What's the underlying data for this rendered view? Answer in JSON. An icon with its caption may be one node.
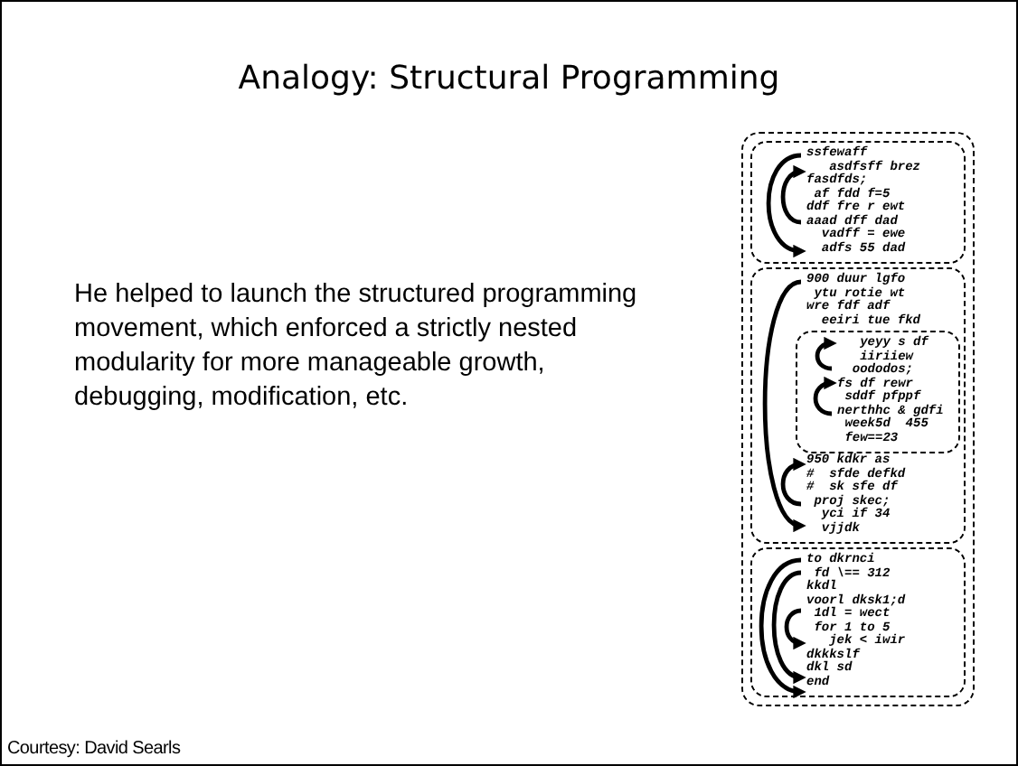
{
  "diagram": {
    "title": "Analogy: Structural Programming",
    "nodes": [
      {
        "text": [],
        "shape": "box"
      },
      {
        "text": [
          "ssfewaff",
          "asdfsff brez",
          "fasdfds;",
          "af fdd f=5",
          "ddf fre r ewt",
          "aaad dff dad",
          "vadff = ewe",
          "adfs 55 dad"
        ],
        "in": 0
      },
      {
        "text": [
          "900 duur lgfo",
          "ytu rotie wt",
          "wre fdf adf",
          "eeiri tue fkd",
          "950 kdkr as",
          "#  sfde defkd",
          "#  sk sfe df",
          "proj skec;",
          "yci if 34",
          "vjjdk"
        ],
        "in": 0
      },
      {
        "text": [
          "yeyy s df",
          "iiriiew",
          "oododos;",
          "fs df rewr",
          "sddf pfppf",
          "nerthhc & gdfi",
          "week5d  455",
          "few==23"
        ],
        "in": 2
      },
      {
        "text": [
          "to dkrnci",
          "fd \\== 312",
          "kkdl",
          "voorl dksk1;d",
          "1dl = wect",
          "for 1 to 5",
          "jek < iwir",
          "dkkkslf",
          "dkl sd",
          "end"
        ],
        "in": 0
      }
    ],
    "labels": [
      "He helped to launch the structured programming movement, which enforced a strictly nested modularity for more manageable growth, debugging, modification, etc.",
      "Courtesy: David Searls"
    ]
  }
}
